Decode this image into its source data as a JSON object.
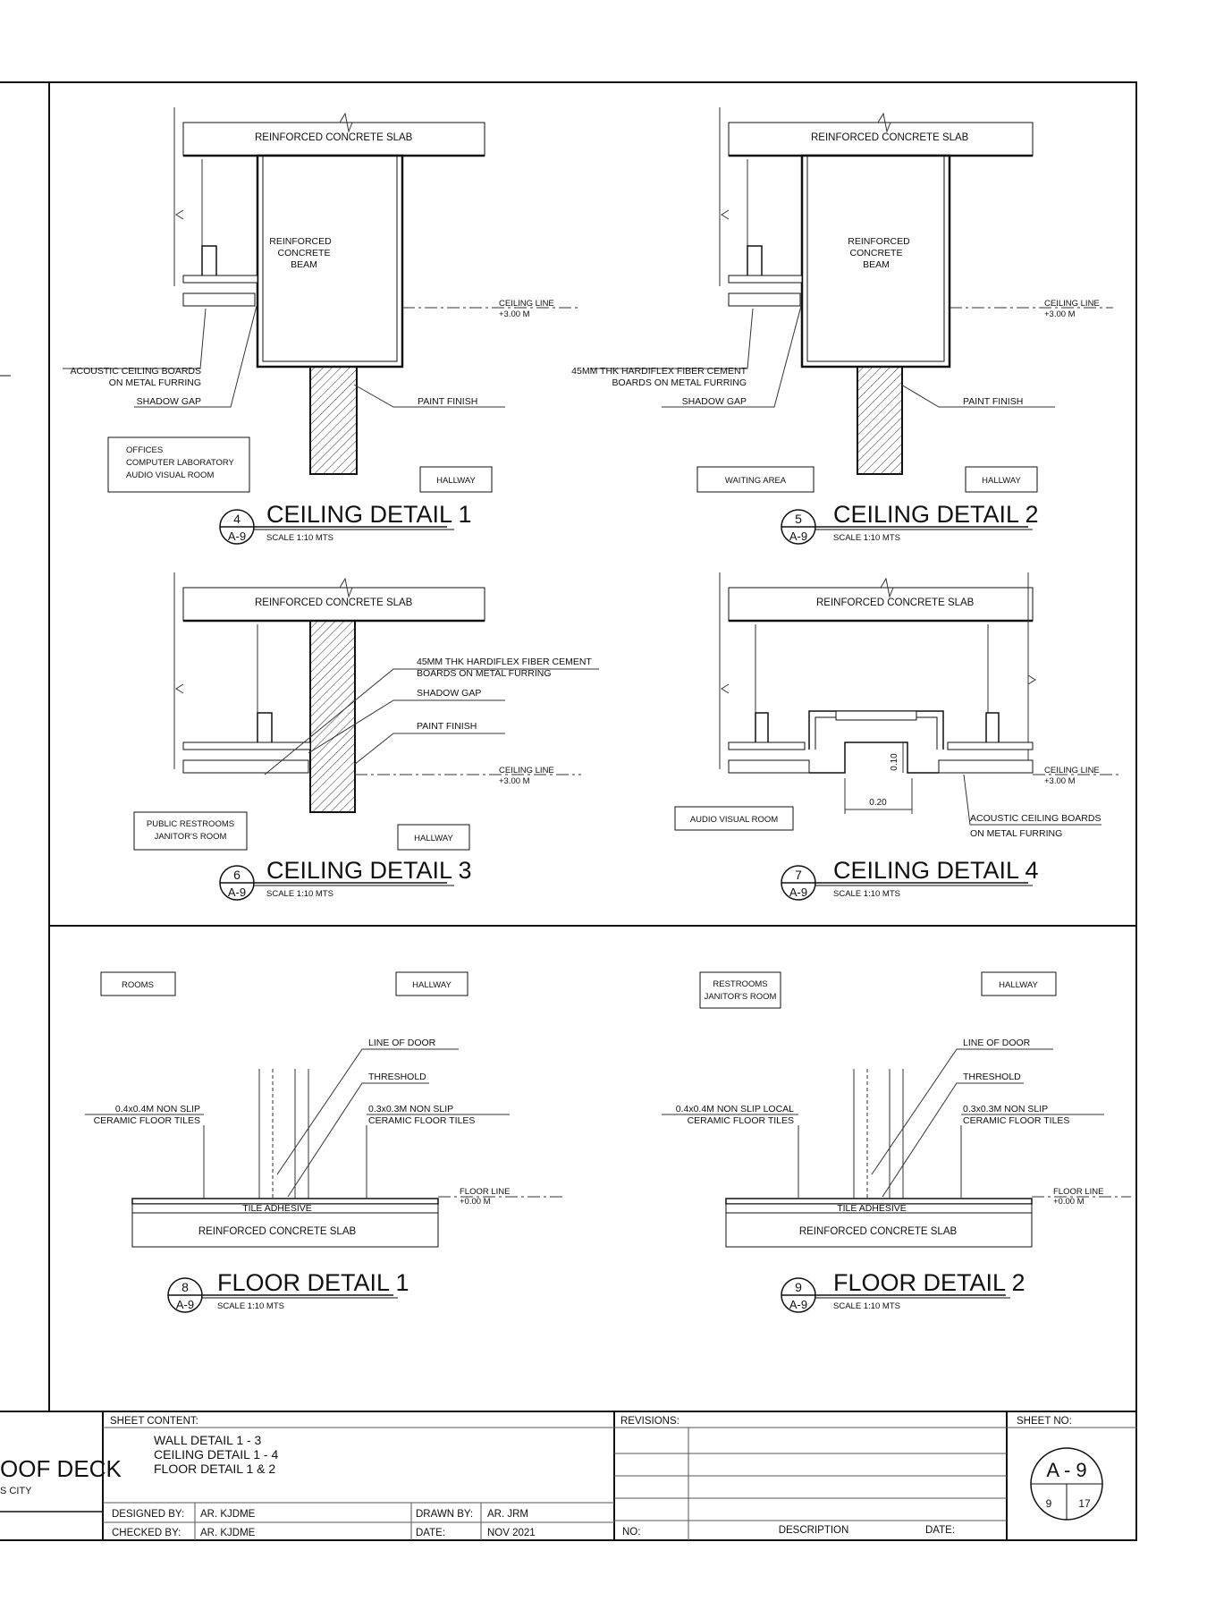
{
  "details": [
    {
      "id": "ceiling-detail-1",
      "title": "CEILING DETAIL 1",
      "scale": "SCALE 1:10 MTS",
      "bubble_number": "4",
      "bubble_sheet": "A-9",
      "slab_label": "REINFORCED CONCRETE SLAB",
      "beam_label": [
        "REINFORCED",
        "CONCRETE",
        "BEAM"
      ],
      "ceiling_line": [
        "CEILING LINE",
        "+3.00 M"
      ],
      "callouts": [
        "ACOUSTIC CEILING BOARDS",
        "ON METAL FURRING",
        "SHADOW GAP",
        "PAINT FINISH"
      ],
      "room_left": [
        "OFFICES",
        "COMPUTER LABORATORY",
        "AUDIO VISUAL ROOM"
      ],
      "room_right": [
        "HALLWAY"
      ]
    },
    {
      "id": "ceiling-detail-2",
      "title": "CEILING DETAIL 2",
      "scale": "SCALE 1:10 MTS",
      "bubble_number": "5",
      "bubble_sheet": "A-9",
      "slab_label": "REINFORCED CONCRETE SLAB",
      "beam_label": [
        "REINFORCED",
        "CONCRETE",
        "BEAM"
      ],
      "ceiling_line": [
        "CEILING LINE",
        "+3.00 M"
      ],
      "callouts": [
        "45MM THK HARDIFLEX FIBER CEMENT",
        "BOARDS ON METAL FURRING",
        "SHADOW GAP",
        "PAINT FINISH"
      ],
      "room_left": [
        "WAITING AREA"
      ],
      "room_right": [
        "HALLWAY"
      ]
    },
    {
      "id": "ceiling-detail-3",
      "title": "CEILING DETAIL 3",
      "scale": "SCALE 1:10 MTS",
      "bubble_number": "6",
      "bubble_sheet": "A-9",
      "slab_label": "REINFORCED CONCRETE SLAB",
      "ceiling_line": [
        "CEILING LINE",
        "+3.00 M"
      ],
      "callouts": [
        "45MM THK HARDIFLEX FIBER CEMENT",
        "BOARDS ON METAL FURRING",
        "SHADOW GAP",
        "PAINT FINISH"
      ],
      "room_left": [
        "PUBLIC RESTROOMS",
        "JANITOR'S ROOM"
      ],
      "room_right": [
        "HALLWAY"
      ]
    },
    {
      "id": "ceiling-detail-4",
      "title": "CEILING DETAIL 4",
      "scale": "SCALE 1:10 MTS",
      "bubble_number": "7",
      "bubble_sheet": "A-9",
      "slab_label": "REINFORCED CONCRETE SLAB",
      "ceiling_line": [
        "CEILING LINE",
        "+3.00 M"
      ],
      "dims": [
        "0.10",
        "0.20"
      ],
      "callouts": [
        "ACOUSTIC CEILING BOARDS",
        "ON METAL FURRING"
      ],
      "room_left": [
        "AUDIO VISUAL ROOM"
      ]
    },
    {
      "id": "floor-detail-1",
      "title": "FLOOR DETAIL 1",
      "scale": "SCALE 1:10 MTS",
      "bubble_number": "8",
      "bubble_sheet": "A-9",
      "slab_label": "REINFORCED CONCRETE SLAB",
      "adhesive_label": "TILE ADHESIVE",
      "floor_line": [
        "FLOOR LINE",
        "+0.00 M"
      ],
      "callouts": [
        "LINE OF DOOR",
        "THRESHOLD",
        "0.4x0.4M NON SLIP",
        "CERAMIC FLOOR TILES",
        "0.3x0.3M NON SLIP",
        "CERAMIC FLOOR TILES"
      ],
      "room_left": [
        "ROOMS"
      ],
      "room_right": [
        "HALLWAY"
      ]
    },
    {
      "id": "floor-detail-2",
      "title": "FLOOR DETAIL 2",
      "scale": "SCALE 1:10 MTS",
      "bubble_number": "9",
      "bubble_sheet": "A-9",
      "slab_label": "REINFORCED CONCRETE SLAB",
      "adhesive_label": "TILE ADHESIVE",
      "floor_line": [
        "FLOOR LINE",
        "+0.00 M"
      ],
      "callouts": [
        "LINE OF DOOR",
        "THRESHOLD",
        "0.4x0.4M NON SLIP LOCAL",
        "CERAMIC FLOOR TILES",
        "0.3x0.3M NON SLIP",
        "CERAMIC FLOOR TILES"
      ],
      "room_left": [
        "RESTROOMS",
        "JANITOR'S ROOM"
      ],
      "room_right": [
        "HALLWAY"
      ]
    }
  ],
  "title_block": {
    "project_partial": "OOF DECK",
    "location_partial": "S CITY",
    "sheet_content_label": "SHEET CONTENT:",
    "sheet_content_lines": [
      "WALL DETAIL 1 - 3",
      "CEILING DETAIL 1 - 4",
      "FLOOR DETAIL 1 & 2"
    ],
    "designed_by_label": "DESIGNED BY:",
    "designed_by": "AR. KJDME",
    "checked_by_label": "CHECKED BY:",
    "checked_by": "AR. KJDME",
    "drawn_by_label": "DRAWN BY:",
    "drawn_by": "AR. JRM",
    "date_label": "DATE:",
    "date": "NOV 2021",
    "revisions_label": "REVISIONS:",
    "rev_no_label": "NO:",
    "rev_description_label": "DESCRIPTION",
    "rev_date_label": "DATE:",
    "sheet_no_label": "SHEET NO:",
    "sheet_no": "A - 9",
    "sheet_index": "9",
    "sheet_total": "17"
  }
}
